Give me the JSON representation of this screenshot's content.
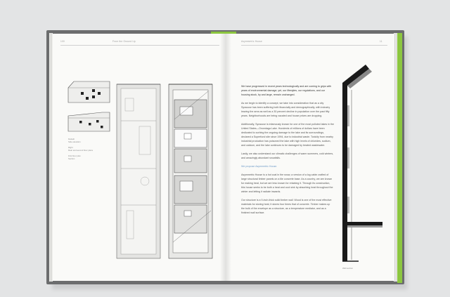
{
  "left_page": {
    "page_number": "100",
    "running_title": "From the Ground Up",
    "elevation_captions": [
      "Default",
      "Side elevation",
      "Right",
      "Rear and second floor plans",
      "First floor plan",
      "Section"
    ]
  },
  "right_page": {
    "page_number": "11",
    "running_title": "Asymmetric House",
    "figure_caption": "Wall section",
    "paragraphs": [
      {
        "text": "We have progressed in recent years technologically and are coming to grips with years of environmental damage; yet, our lifestyles, our regulations, and our housing stock, by and large, remain unchanged.",
        "style": "lead"
      },
      {
        "text": "As we begin to identify a concept, we take into consideration that as a city Syracuse has been suffering both financially and demographically, with industry leaving the area as well as a 30 percent decline in population over the past fifty years. Neighborhoods are being vacated and house prices are dropping.",
        "style": "normal"
      },
      {
        "text": "Additionally, Syracuse is infamously known for one of the most polluted lakes in the United States—Onondaga Lake. Hundreds of millions of dollars have been dedicated to curbing the ongoing damage to the lake and its surroundings, declared a Superfund site since 1994, due to industrial waste. Toxicity from nearby industrial production has poisoned the lake with high levels of chlorides, sodium, and calcium, and the lake continues to be damaged by treated wastewater.",
        "style": "normal"
      },
      {
        "text": "Lastly, we also understand our climatic challenges of warm summers, cold winters, and amazingly abundant snowfalls.",
        "style": "normal"
      },
      {
        "text": "We propose Asymmetric House.",
        "style": "accent"
      },
      {
        "text": "Asymmetric House is a hot coal in the snow, a version of a log cabin crafted of large structural timber panels on a tile concrete base. As a country, we are known for making heat, but we are less known for retaining it. Through its construction, this house seeks to be both a heat and cool sink by absorbing heat throughout the winter and letting it radiate inwards.",
        "style": "normal"
      },
      {
        "text": "Our structure is a 9-inch-thick solid timber wall. Wood is one of the most effective materials for storing heat; it stores four times that of concrete. Timber makes up the bulk of the envelope as a structure, as a temperature mediator, and as a finished wall surface.",
        "style": "normal"
      }
    ]
  }
}
